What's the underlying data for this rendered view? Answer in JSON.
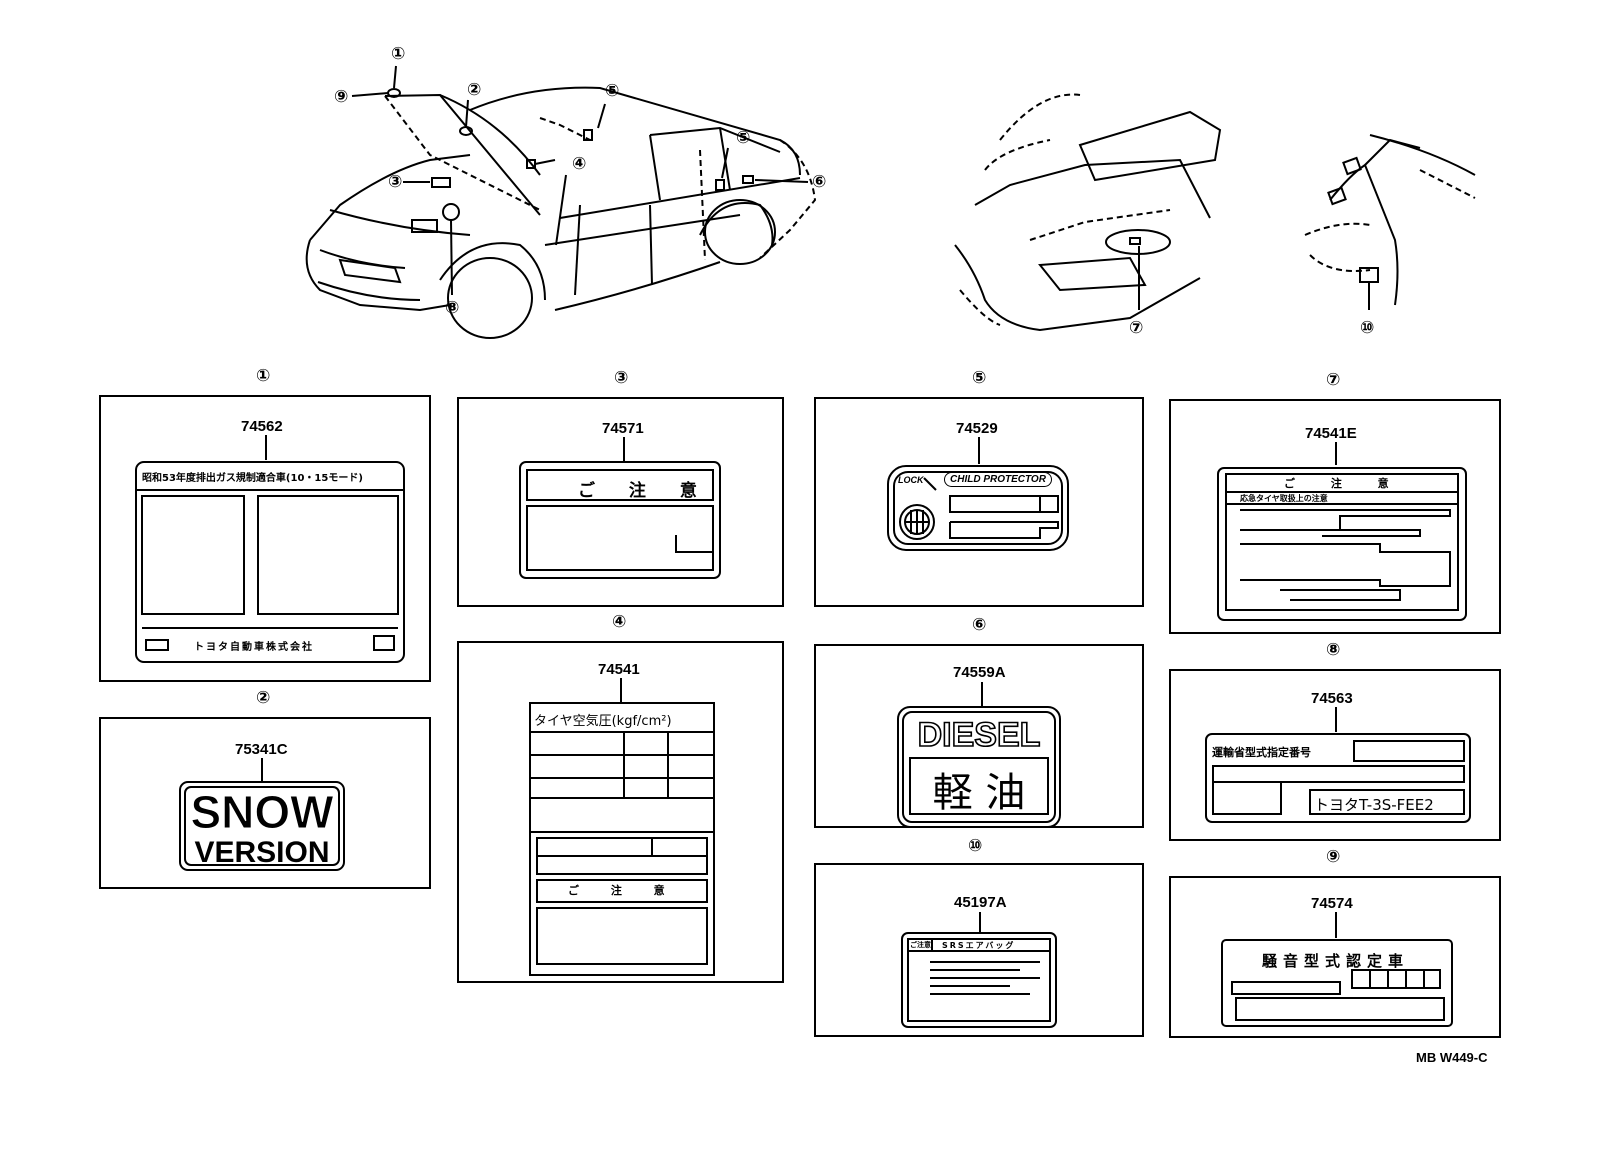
{
  "callouts": {
    "c1": "①",
    "c2": "②",
    "c3": "③",
    "c4": "④",
    "c5": "⑤",
    "c6": "⑥",
    "c7": "⑦",
    "c8": "⑧",
    "c9": "⑨",
    "c10": "⑩"
  },
  "labels": {
    "l1": {
      "number": "①",
      "part": "74562",
      "heading": "昭和53年度排出ガス規制適合車(10・15モード)",
      "maker": "トヨタ自動車株式会社"
    },
    "l2": {
      "number": "②",
      "part": "75341C",
      "line1": "SNOW",
      "line2": "VERSION"
    },
    "l3": {
      "number": "③",
      "part": "74571",
      "heading": "ご 注 意"
    },
    "l4": {
      "number": "④",
      "part": "74541",
      "heading": "タイヤ空気圧(kgf/cm²)",
      "note": "ご 注 意"
    },
    "l5": {
      "number": "⑤",
      "part": "74529",
      "lock": "LOCK",
      "title": "CHILD PROTECTOR"
    },
    "l6": {
      "number": "⑥",
      "part": "74559A",
      "line1": "DIESEL",
      "line2": "軽 油"
    },
    "l7": {
      "number": "⑦",
      "part": "74541E",
      "heading": "ご 注 意",
      "sub": "応急タイヤ取扱上の注意"
    },
    "l8": {
      "number": "⑧",
      "part": "74563",
      "heading": "運輸省型式指定番号",
      "engine": "トヨタT-3S-FEE2"
    },
    "l9": {
      "number": "⑨",
      "part": "74574",
      "heading": "騒音型式認定車"
    },
    "l10": {
      "number": "⑩",
      "part": "45197A",
      "heading": "ご注意",
      "title": "SRSエアバッグ"
    }
  },
  "diagram_ref": "MB W449-C"
}
